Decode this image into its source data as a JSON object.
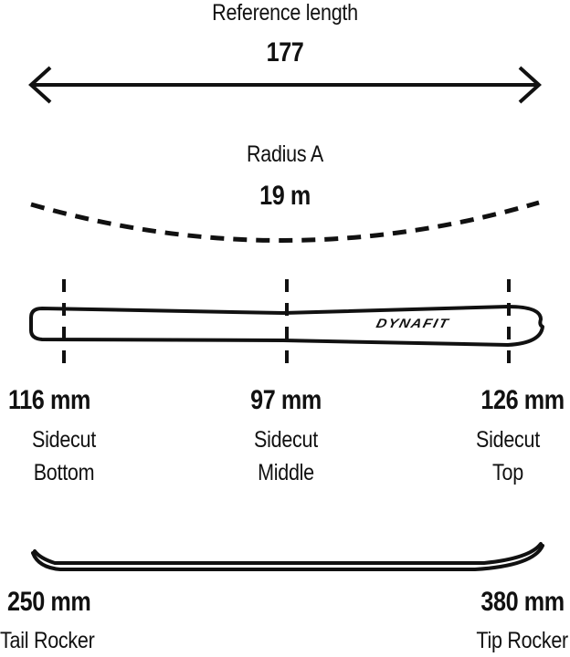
{
  "reference_length": {
    "label": "Reference length",
    "value": "177"
  },
  "radius": {
    "label": "Radius A",
    "value": "19 m"
  },
  "ski": {
    "brand_logo": "DYNAFIT"
  },
  "sidecut": [
    {
      "value": "116 mm",
      "line1": "Sidecut",
      "line2": "Bottom"
    },
    {
      "value": "97 mm",
      "line1": "Sidecut",
      "line2": "Middle"
    },
    {
      "value": "126 mm",
      "line1": "Sidecut",
      "line2": "Top"
    }
  ],
  "rocker": [
    {
      "value": "250 mm",
      "label": "Tail Rocker"
    },
    {
      "value": "380 mm",
      "label": "Tip Rocker"
    }
  ],
  "colors": {
    "ink": "#111111",
    "background": "#ffffff"
  }
}
